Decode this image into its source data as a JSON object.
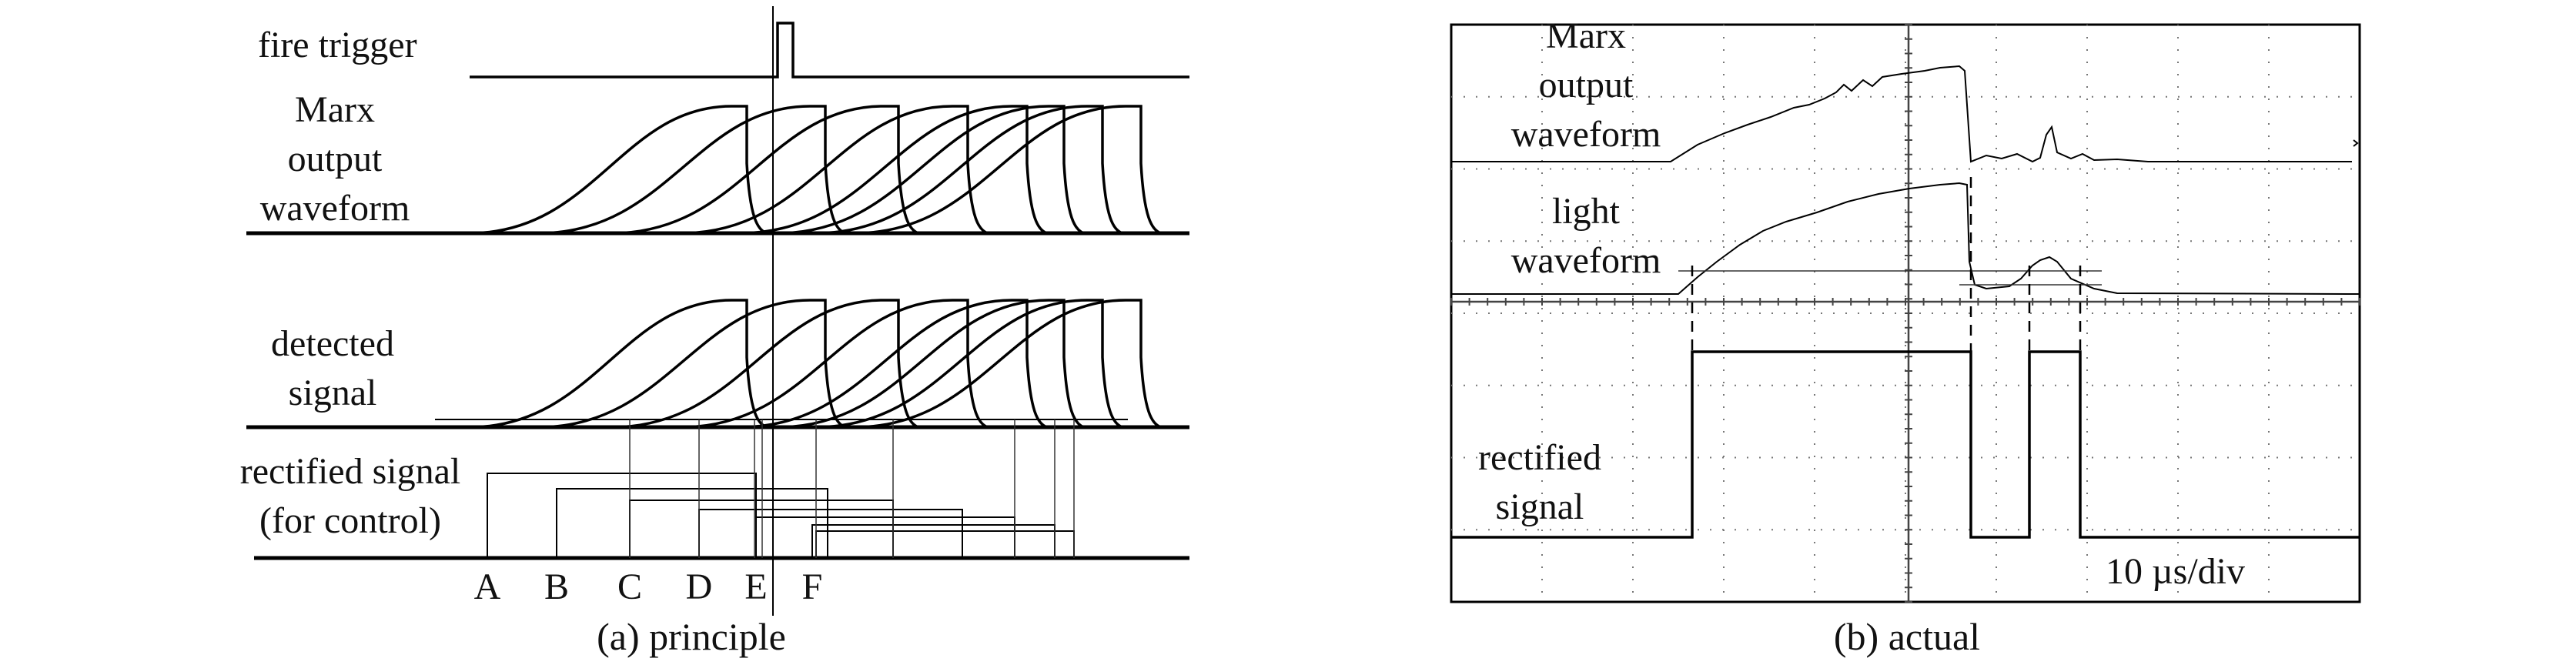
{
  "panel_a": {
    "label_fire_trigger": "fire trigger",
    "label_marx": [
      "Marx",
      "output",
      "waveform"
    ],
    "label_detected": [
      "detected",
      "signal"
    ],
    "label_rectified": [
      "rectified signal",
      "(for control)"
    ],
    "markers": [
      "A",
      "B",
      "C",
      "D",
      "E",
      "F"
    ],
    "caption": "(a) principle"
  },
  "panel_b": {
    "label_marx": [
      "Marx",
      "output",
      "waveform"
    ],
    "label_light": [
      "light",
      "waveform"
    ],
    "label_rectified": [
      "rectified",
      "signal"
    ],
    "scale": "10 µs/div",
    "caption": "(b) actual"
  }
}
